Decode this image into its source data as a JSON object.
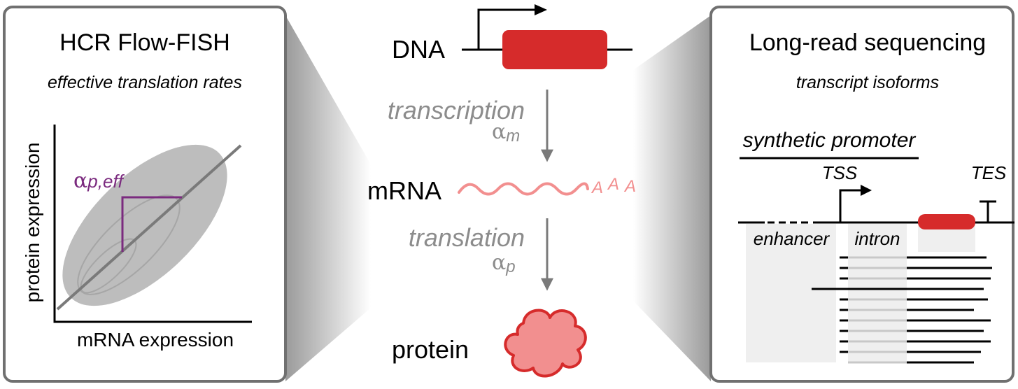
{
  "colors": {
    "red": "#d62b2b",
    "pink": "#f28f8f",
    "purple": "#7b2b7f",
    "gray_text": "#8c8c8c",
    "gray_arrow": "#7a7a7a",
    "panel_border": "#707070",
    "intron_gray": "#c8c8c8",
    "light_region": "#efefef"
  },
  "left_panel": {
    "title": "HCR Flow-FISH",
    "subtitle": "effective translation rates",
    "y_axis_label": "protein expression",
    "x_axis_label": "mRNA expression",
    "slope_symbol": "α",
    "slope_subscript": "p,eff"
  },
  "center": {
    "dna_label": "DNA",
    "mrna_label": "mRNA",
    "protein_label": "protein",
    "polya": [
      "A",
      "A",
      "A"
    ],
    "transcription_label": "transcription",
    "transcription_symbol": "α",
    "transcription_subscript": "m",
    "translation_label": "translation",
    "translation_symbol": "α",
    "translation_subscript": "p"
  },
  "right_panel": {
    "title": "Long-read sequencing",
    "subtitle": "transcript isoforms",
    "promoter_label": "synthetic promoter",
    "tss_label": "TSS",
    "tes_label": "TES",
    "enhancer_label": "enhancer",
    "intron_label": "intron"
  }
}
